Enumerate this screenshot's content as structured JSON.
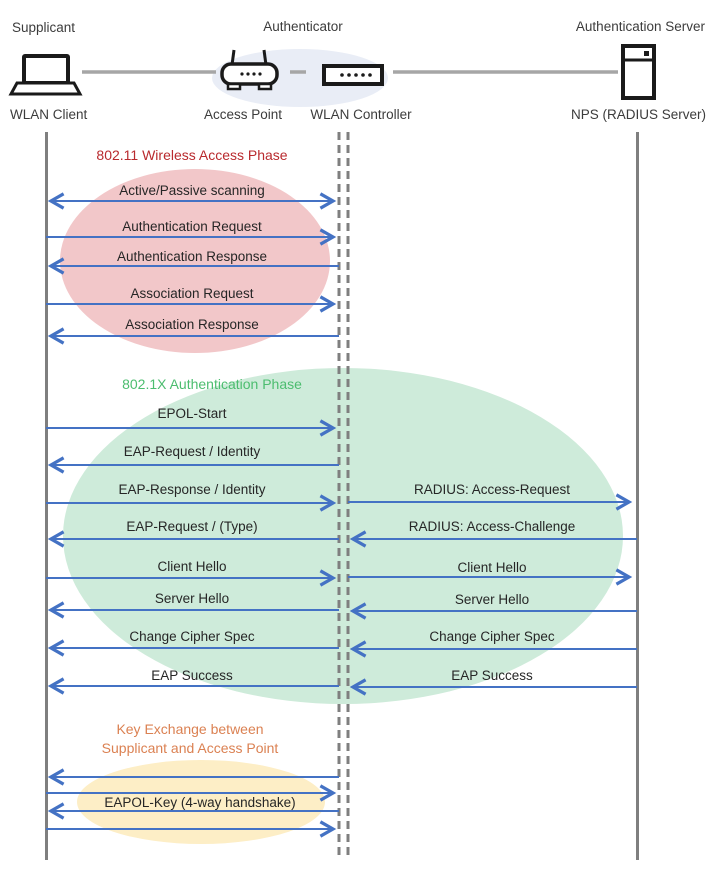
{
  "actors": {
    "supplicant_role": "Supplicant",
    "authenticator_role": "Authenticator",
    "server_role": "Authentication Server",
    "supplicant_device": "WLAN Client",
    "access_point": "Access Point",
    "wlan_controller": "WLAN Controller",
    "server_device": "NPS (RADIUS Server)"
  },
  "colors": {
    "arrow_blue": "#4472C4",
    "lifeline_gray": "#7F7F7F",
    "connector_gray": "#A6A6A6",
    "icon_black": "#1A1A1A",
    "phase1_title": "#B92A2E",
    "phase2_title": "#4CBD6F",
    "phase3_title": "#DB8152",
    "phase1_ellipse": "#F2C7C9",
    "phase2_ellipse": "#CEEBDA",
    "phase3_ellipse": "#FDEEC6",
    "authenticator_ellipse": "#E9EDF6"
  },
  "phase1": {
    "title": "802.11 Wireless Access Phase",
    "messages": [
      {
        "label": "Active/Passive scanning",
        "direction": "bidirectional"
      },
      {
        "label": "Authentication Request",
        "direction": "right"
      },
      {
        "label": "Authentication Response",
        "direction": "left"
      },
      {
        "label": "Association Request",
        "direction": "right"
      },
      {
        "label": "Association Response",
        "direction": "left"
      }
    ]
  },
  "phase2": {
    "title": "802.1X Authentication Phase",
    "left_messages": [
      {
        "label": "EPOL-Start",
        "direction": "right"
      },
      {
        "label": "EAP-Request / Identity",
        "direction": "left"
      },
      {
        "label": "EAP-Response / Identity",
        "direction": "right"
      },
      {
        "label": "EAP-Request / (Type)",
        "direction": "left"
      },
      {
        "label": "Client Hello",
        "direction": "right"
      },
      {
        "label": "Server Hello",
        "direction": "left"
      },
      {
        "label": "Change Cipher Spec",
        "direction": "left"
      },
      {
        "label": "EAP Success",
        "direction": "left"
      }
    ],
    "right_messages": [
      {
        "label": "RADIUS: Access-Request",
        "direction": "right"
      },
      {
        "label": "RADIUS: Access-Challenge",
        "direction": "left"
      },
      {
        "label": "Client Hello",
        "direction": "right"
      },
      {
        "label": "Server Hello",
        "direction": "left"
      },
      {
        "label": "Change Cipher Spec",
        "direction": "left"
      },
      {
        "label": "EAP Success",
        "direction": "left"
      }
    ]
  },
  "phase3": {
    "title_line1": "Key Exchange between",
    "title_line2": "Supplicant and Access Point",
    "handshake_label": "EAPOL-Key (4-way handshake)",
    "handshake_arrow_directions": [
      "left",
      "right",
      "left",
      "right"
    ]
  }
}
